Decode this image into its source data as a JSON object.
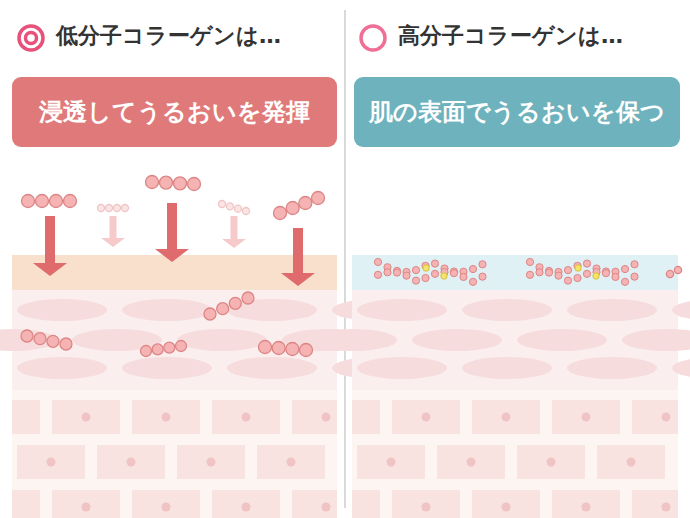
{
  "diagram": {
    "nodes": [
      {
        "text": [
          "浸透してうるおいを発揮"
        ]
      },
      {
        "text": [
          "肌の表面でうるおいを保つ"
        ]
      }
    ],
    "labels": [
      "低分子コラーゲンは…",
      "高分子コラーゲンは…"
    ]
  }
}
